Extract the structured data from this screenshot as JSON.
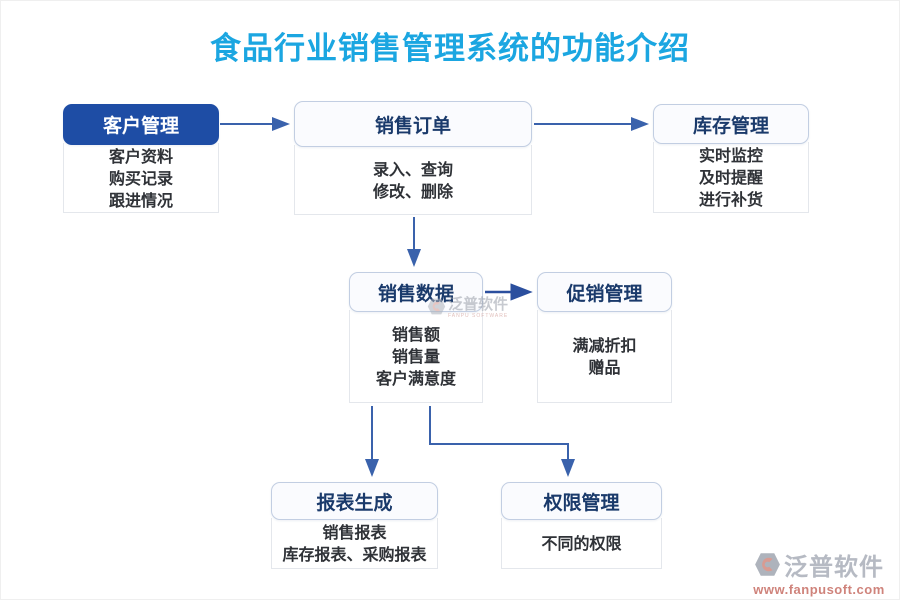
{
  "title": {
    "text": "食品行业销售管理系统的功能介绍"
  },
  "nodes": {
    "customer": {
      "header": "客户管理",
      "lines": [
        "客户资料",
        "购买记录",
        "跟进情况"
      ]
    },
    "order": {
      "header": "销售订单",
      "lines": [
        "录入、查询",
        "修改、删除"
      ]
    },
    "inventory": {
      "header": "库存管理",
      "lines": [
        "实时监控",
        "及时提醒",
        "进行补货"
      ]
    },
    "sales_data": {
      "header": "销售数据",
      "lines": [
        "销售额",
        "销售量",
        "客户满意度"
      ]
    },
    "promotion": {
      "header": "促销管理",
      "lines": [
        "满减折扣",
        "赠品"
      ]
    },
    "report": {
      "header": "报表生成",
      "lines": [
        "销售报表",
        "库存报表、采购报表"
      ]
    },
    "permission": {
      "header": "权限管理",
      "lines": [
        "不同的权限"
      ]
    }
  },
  "edges": [
    {
      "from": "customer",
      "to": "order"
    },
    {
      "from": "order",
      "to": "inventory"
    },
    {
      "from": "order",
      "to": "sales_data"
    },
    {
      "from": "sales_data",
      "to": "promotion"
    },
    {
      "from": "sales_data",
      "to": "report"
    },
    {
      "from": "sales_data",
      "to": "permission"
    }
  ],
  "watermark": {
    "text": "泛普软件",
    "subtext": "FANPU SOFTWARE"
  },
  "logo": {
    "brand": "泛普软件",
    "url": "www.fanpusoft.com"
  },
  "colors": {
    "title": "#1BA6E1",
    "header_fill": "#1E4DA5",
    "header_text": "#1A3A6B",
    "arrow": "#3A62AC",
    "body_text": "#2F3237",
    "logo_gray": "#B6BAC3",
    "logo_salmon": "#CF837B"
  }
}
